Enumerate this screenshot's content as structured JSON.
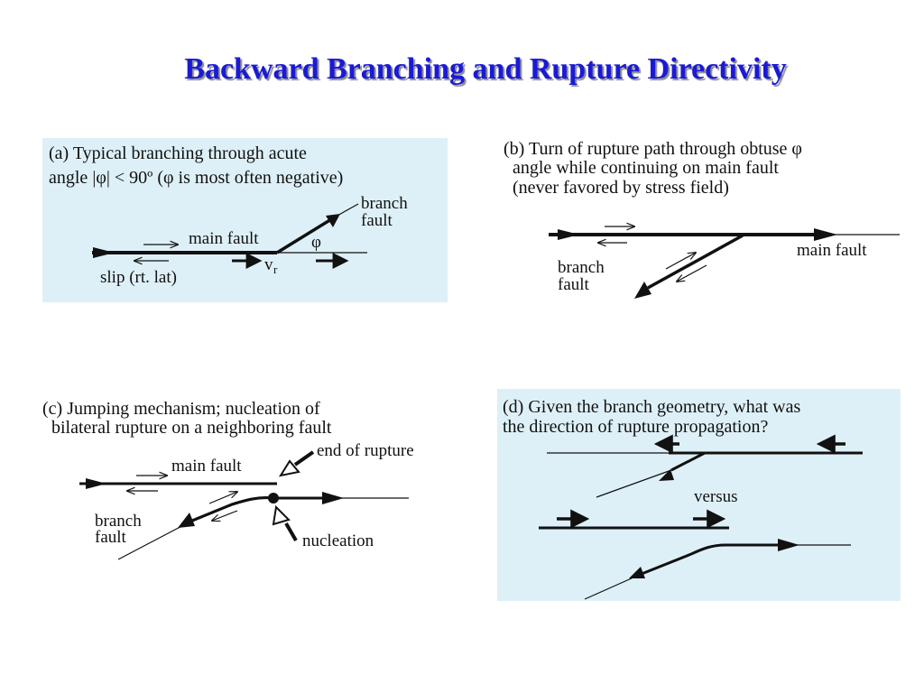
{
  "title": "Backward Branching and Rupture Directivity",
  "panel_a": {
    "caption_line1": "(a) Typical branching through acute",
    "caption_line2_prefix": "angle",
    "caption_line2_rest": "|φ| < 90º (φ is most often negative)",
    "label_branch": "branch",
    "label_fault": "fault",
    "label_main_fault": "main fault",
    "label_phi": "φ",
    "label_v": "v",
    "label_v_sub": "r",
    "label_slip": "slip (rt. lat)"
  },
  "panel_b": {
    "caption_line1": "(b) Turn of rupture path through obtuse φ",
    "caption_line2": "angle while continuing on main fault",
    "caption_line3": "(never favored by stress field)",
    "label_main_fault": "main fault",
    "label_branch": "branch",
    "label_fault": "fault"
  },
  "panel_c": {
    "caption_line1": "(c) Jumping mechanism; nucleation of",
    "caption_line2": "bilateral rupture on a neighboring fault",
    "label_end": "end of rupture",
    "label_main_fault": "main fault",
    "label_branch": "branch",
    "label_fault": "fault",
    "label_nucleation": "nucleation"
  },
  "panel_d": {
    "caption_line1": "(d) Given the branch geometry, what was",
    "caption_line2": "the direction of rupture propagation?",
    "label_versus": "versus"
  }
}
